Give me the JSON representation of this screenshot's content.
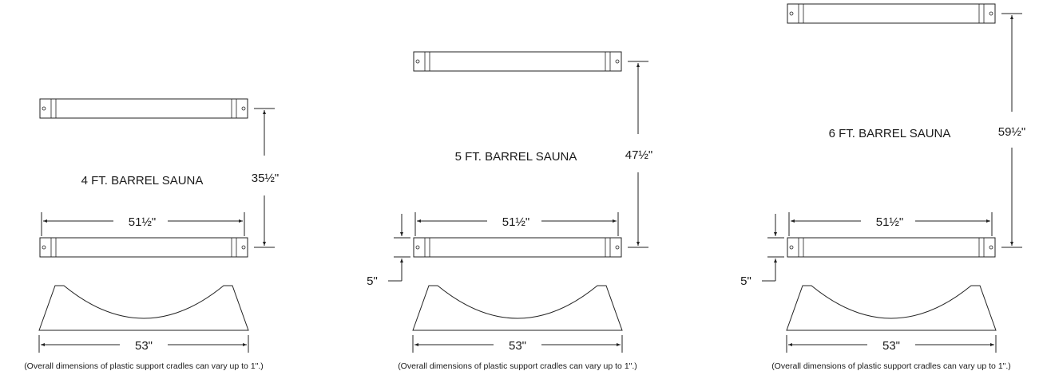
{
  "diagrams": [
    {
      "title": "4 FT. BARREL SAUNA",
      "height_dim": "35½\"",
      "width_dim": "51½\"",
      "gap_dim": "",
      "cradle_dim": "53\"",
      "note": "(Overall dimensions of plastic support cradles can vary up to 1\".)"
    },
    {
      "title": "5 FT. BARREL SAUNA",
      "height_dim": "47½\"",
      "width_dim": "51½\"",
      "gap_dim": "5\"",
      "cradle_dim": "53\"",
      "note": "(Overall dimensions of plastic support cradles can vary up to 1\".)"
    },
    {
      "title": "6 FT. BARREL SAUNA",
      "height_dim": "59½\"",
      "width_dim": "51½\"",
      "gap_dim": "5\"",
      "cradle_dim": "53\"",
      "note": "(Overall dimensions of plastic support cradles can vary up to 1\".)"
    }
  ]
}
